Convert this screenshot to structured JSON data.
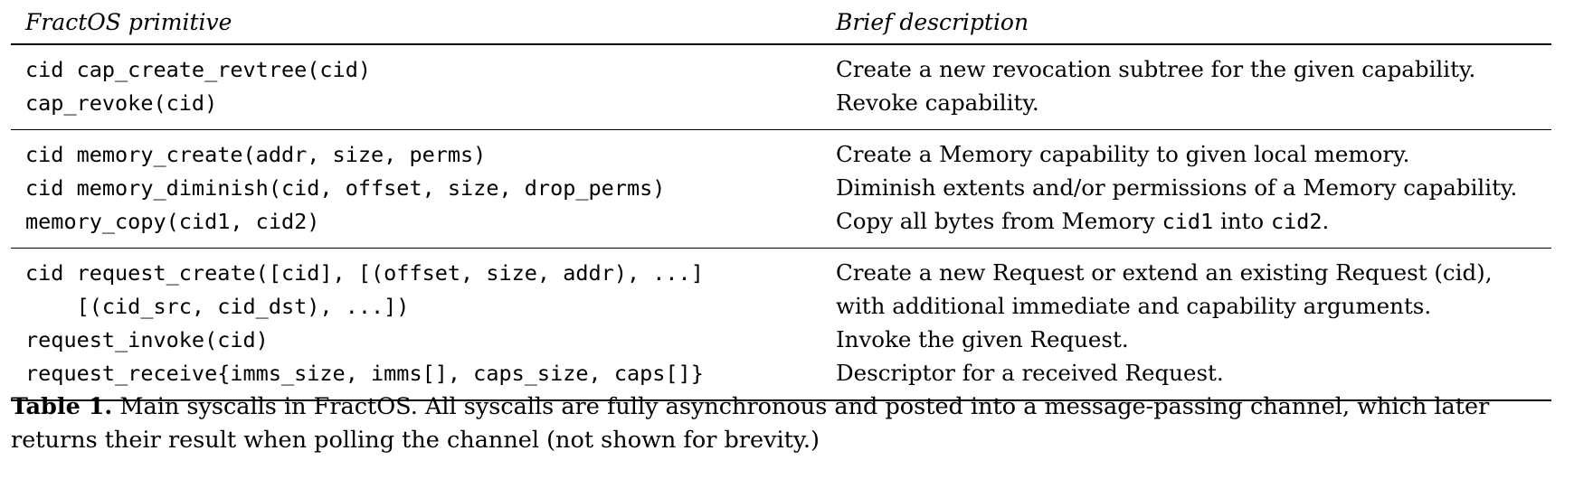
{
  "table": {
    "headers": {
      "primitive": "FractOS primitive",
      "description": "Brief description"
    },
    "groups": [
      {
        "rows": [
          {
            "code": "cid cap_create_revtree(cid)",
            "desc": "Create a new revocation subtree for the given capability."
          },
          {
            "code": "cap_revoke(cid)",
            "desc": "Revoke capability."
          }
        ]
      },
      {
        "rows": [
          {
            "code": "cid memory_create(addr, size, perms)",
            "desc": "Create a Memory capability to given local memory."
          },
          {
            "code": "cid memory_diminish(cid, offset, size, drop_perms)",
            "desc": "Diminish extents and/or permissions of a Memory capability."
          },
          {
            "code": "memory_copy(cid1, cid2)",
            "desc_parts": [
              "Copy all bytes from Memory ",
              "cid1",
              " into ",
              "cid2",
              "."
            ]
          }
        ]
      },
      {
        "rows": [
          {
            "code": "cid request_create([cid], [(offset, size, addr), ...]",
            "desc": "Create a new Request or extend an existing Request (cid),"
          },
          {
            "code": "    [(cid_src, cid_dst), ...])",
            "desc": "with additional immediate and capability arguments."
          },
          {
            "code": "request_invoke(cid)",
            "desc": "Invoke the given Request."
          },
          {
            "code": "request_receive{imms_size, imms[], caps_size, caps[]}",
            "desc": "Descriptor for a received Request."
          }
        ]
      }
    ]
  },
  "caption": {
    "label": "Table 1.",
    "text": " Main syscalls in FractOS. All syscalls are fully asynchronous and posted into a message-passing channel, which later returns their result when polling the channel (not shown for brevity.)"
  }
}
